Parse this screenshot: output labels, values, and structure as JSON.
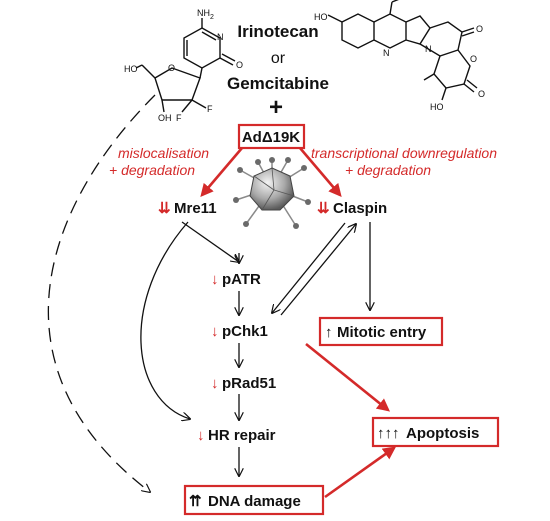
{
  "drugs": {
    "drug1": "Irinotecan",
    "connector": "or",
    "drug2": "Gemcitabine",
    "plus": "+"
  },
  "molecules": {
    "cytidine_nh2": "NH",
    "cytidine_nh2_sub": "2",
    "cytidine_n": "N",
    "cytidine_o": "O",
    "ring_o": "O",
    "ho": "HO",
    "oh": "OH",
    "f1": "F",
    "f2": "F",
    "camp_ho": "HO",
    "camp_n1": "N",
    "camp_n2": "N",
    "camp_o1": "O",
    "camp_o2": "O",
    "camp_o3": "O",
    "camp_oh": "HO"
  },
  "virus": {
    "label": "AdΔ19K",
    "icon": "adenovirus-particle"
  },
  "annotations": {
    "left": [
      "mislocalisation",
      "+ degradation"
    ],
    "right": [
      "transcriptional downregulation",
      "+ degradation"
    ]
  },
  "markers": {
    "double_down": "⇊",
    "single_down": "↓",
    "double_up": "⇈",
    "single_up": "↑",
    "triple_up": "↑↑↑"
  },
  "nodes": {
    "mre11": "Mre11",
    "claspin": "Claspin",
    "patr": "pATR",
    "pchk1": "pChk1",
    "prad51": "pRad51",
    "hr_repair": "HR repair",
    "dna_damage": "DNA damage",
    "mitotic_entry": "Mitotic entry",
    "apoptosis": "Apoptosis"
  },
  "colors": {
    "accent_red": "#d42a2a",
    "text": "#111111",
    "virus_gray": "#9a9a9a"
  }
}
